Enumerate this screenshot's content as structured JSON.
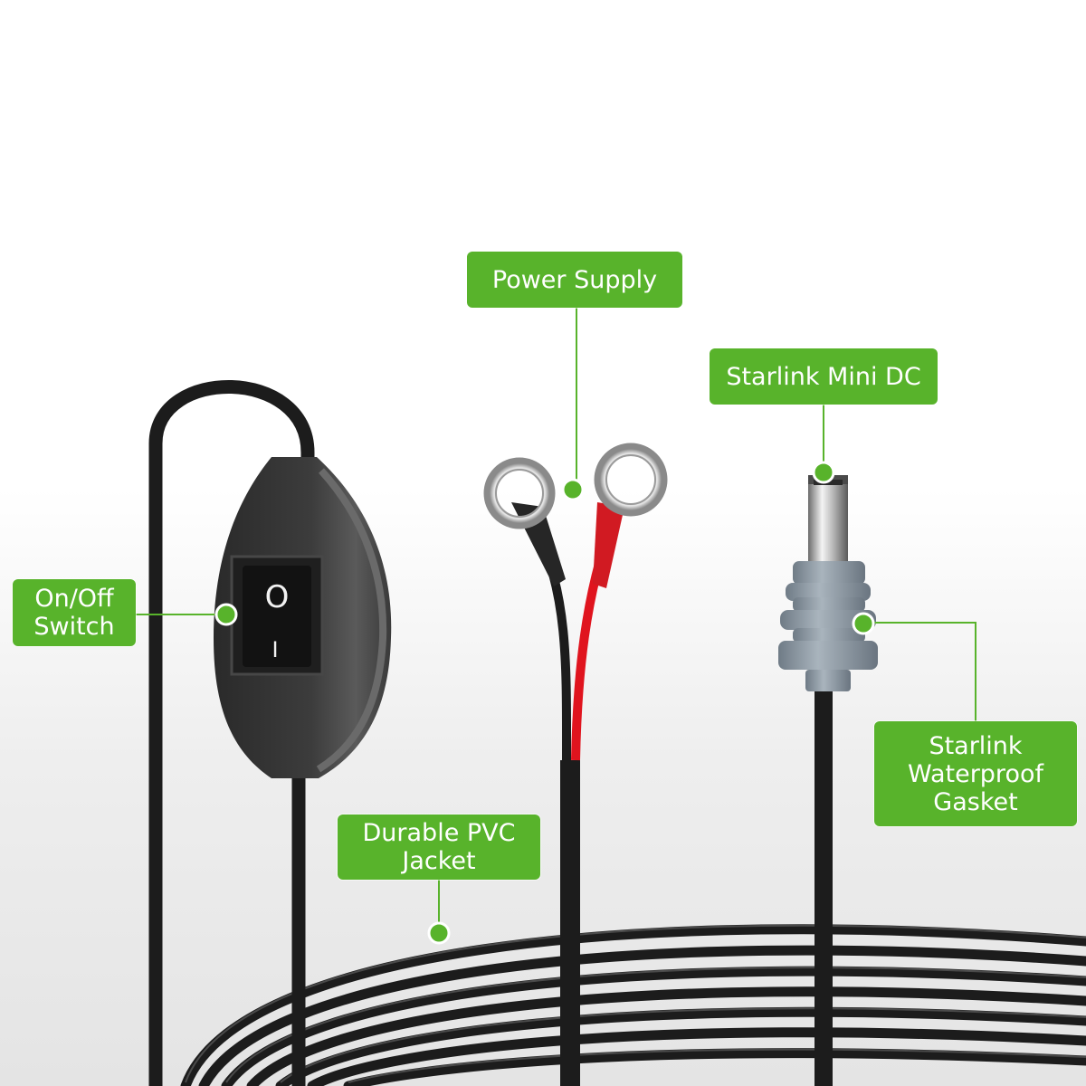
{
  "labels": {
    "power_supply": "Power Supply",
    "starlink_mini_dc": "Starlink Mini DC",
    "on_off_switch": [
      "On/Off",
      "Switch"
    ],
    "waterproof_gasket": [
      "Starlink",
      "Waterproof",
      "Gasket"
    ],
    "pvc_jacket": [
      "Durable PVC",
      "Jacket"
    ]
  },
  "switch_symbols": {
    "off": "O",
    "on": "I"
  },
  "colors": {
    "accent_green": "#58b32b",
    "cable_black": "#1c1c1c",
    "positive_wire": "#e0141e",
    "gasket_grey": "#8e9aa4",
    "switch_housing": "#3a3a3a"
  }
}
